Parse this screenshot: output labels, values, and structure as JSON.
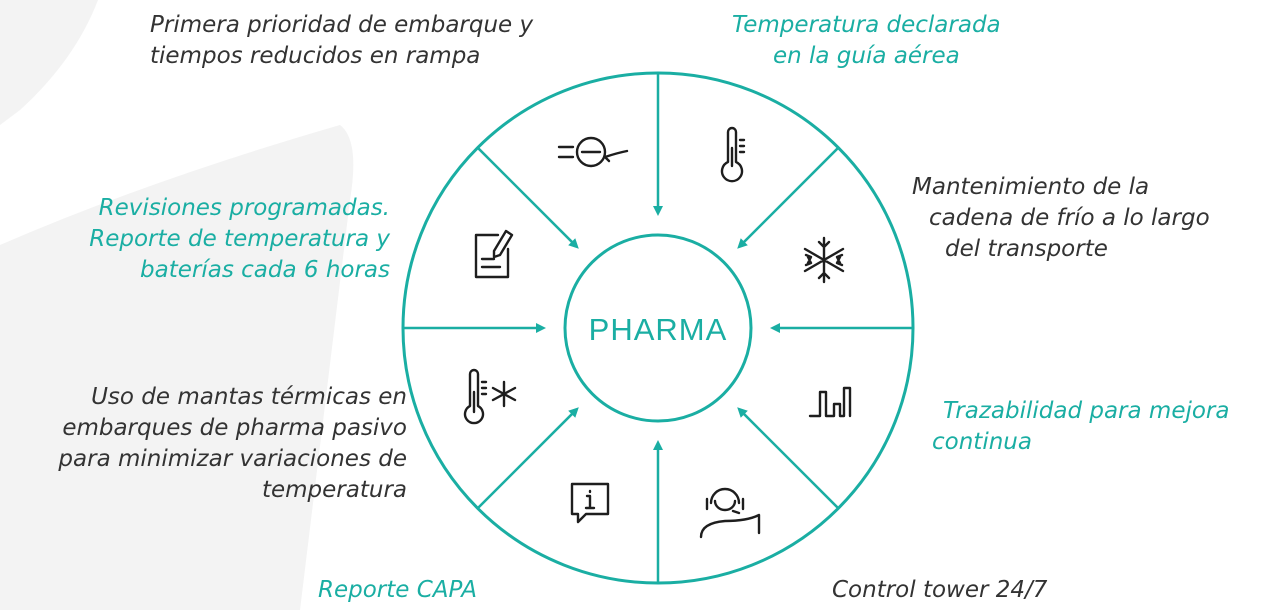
{
  "colors": {
    "accent": "#1aaea3",
    "text_dark": "#333333",
    "bg_shape": "#f3f3f3"
  },
  "center": {
    "label": "PHARMA"
  },
  "segments": [
    {
      "id": "embarque",
      "icon": "airplane-icon",
      "color": "dark",
      "lines": [
        "Primera prioridad de embarque y",
        "tiempos reducidos en rampa"
      ]
    },
    {
      "id": "temperatura",
      "icon": "thermometer-icon",
      "color": "teal",
      "lines": [
        "Temperatura declarada",
        "en la guía aérea"
      ]
    },
    {
      "id": "cadena",
      "icon": "snowflake-icon",
      "color": "dark",
      "lines": [
        "Mantenimiento de la",
        "cadena de frío a lo largo",
        "del transporte"
      ]
    },
    {
      "id": "trazabilidad",
      "icon": "bar-chart-icon",
      "color": "teal",
      "lines": [
        "Trazabilidad para mejora",
        "continua"
      ]
    },
    {
      "id": "control",
      "icon": "headset-agent-icon",
      "color": "dark",
      "lines": [
        "Control tower 24/7"
      ]
    },
    {
      "id": "capa",
      "icon": "info-chat-icon",
      "color": "teal",
      "lines": [
        "Reporte CAPA"
      ]
    },
    {
      "id": "mantas",
      "icon": "thermometer-snowflake-icon",
      "color": "dark",
      "lines": [
        "Uso de mantas térmicas en",
        "embarques de pharma pasivo",
        "para minimizar variaciones de",
        "temperatura"
      ]
    },
    {
      "id": "revisiones",
      "icon": "report-edit-icon",
      "color": "teal",
      "lines": [
        "Revisiones programadas.",
        "Reporte de temperatura y",
        "baterías cada 6 horas"
      ]
    }
  ]
}
